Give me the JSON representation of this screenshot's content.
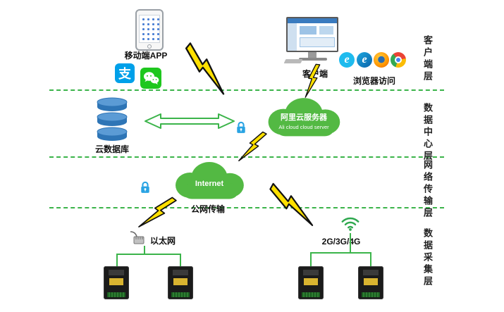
{
  "colors": {
    "accent_green": "#3BB44A",
    "cloud_green": "#53B943",
    "bolt_yellow": "#FFE000",
    "db_blue": "#2E75B6",
    "lock_blue": "#29A3E3"
  },
  "layers": [
    {
      "label": "客户端层"
    },
    {
      "label": "数据中心层"
    },
    {
      "label": "网络传输层"
    },
    {
      "label": "数据采集层"
    }
  ],
  "client_layer": {
    "mobile_app_label": "移动端APP",
    "client_label": "客户端",
    "browser_label": "浏览器访问",
    "alipay_glyph": "支",
    "ie_glyph": "e",
    "edge_glyph": "e"
  },
  "data_center_layer": {
    "cloud_db_label": "云数据库",
    "ali_cloud_cn": "阿里云服务器",
    "ali_cloud_en": "Ali cloud cloud server"
  },
  "network_layer": {
    "internet_label": "Internet",
    "public_net_label": "公网传输"
  },
  "collect_layer": {
    "ethernet_label": "以太网",
    "cellular_label": "2G/3G/4G"
  }
}
